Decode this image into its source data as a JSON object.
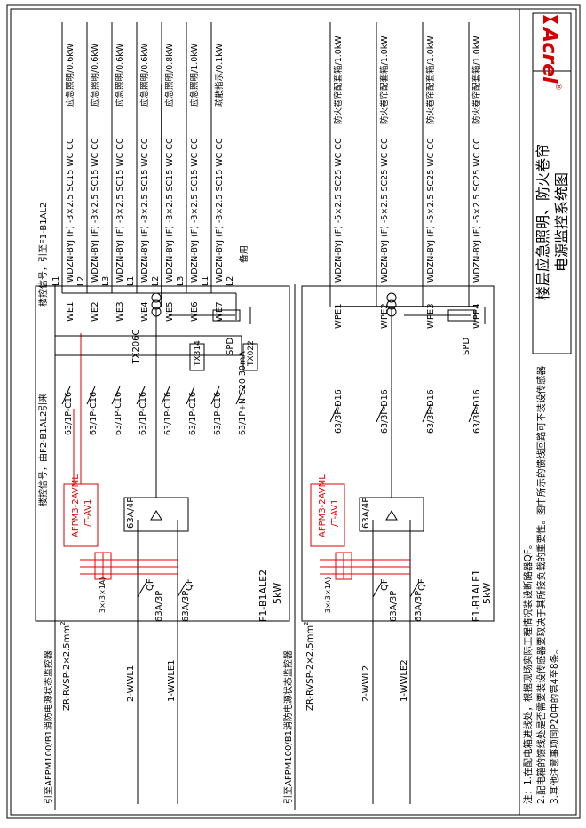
{
  "title_block": {
    "brand": "Acrel",
    "registered": "®",
    "title_line1": "楼层应急照明、防火卷帘",
    "title_line2": "电源监控系统图"
  },
  "notes": {
    "lines": [
      "注：1.在配电箱进线处，根据现场实际工程情况装设断路器QF。",
      "2.配电箱的馈线处是否需要装设传感器要取决于其所接负载的重要性。图中所示的馈线回路可不装设传感器",
      "3.其他注意事项同P20中的第4至8条。"
    ]
  },
  "box1": {
    "name": "F1-B1ALE2",
    "power": "5kW",
    "monitor_line": "引至AFPM100/B1消防电源状态监控器",
    "monitor_cable": "ZR-RVSP-2×2.5mm",
    "monitor_cable_sup": "2",
    "incoming": [
      {
        "wire": "2-WWL1",
        "breaker": "63A/3P",
        "qf": "QF"
      },
      {
        "wire": "1-WWLE1",
        "breaker": "63A/3P",
        "qf": "QF"
      }
    ],
    "ats": "63A/4P",
    "ct": "3×(3×1A)",
    "afpm_line1": "AFPM3-2AVML",
    "afpm_line2": "/T-AV1",
    "spd": "SPD",
    "control_text": "楼控信号，由F2-B1AL2引来",
    "control_text2": "楼控信号，引至F1-B1AL2",
    "tx_module": "TX206C",
    "tx_small1": "TX314",
    "tx_small2": "TX022",
    "circuits": [
      {
        "phase": "L1",
        "breaker": "63/1P-C16",
        "id": "WE1",
        "cable": "WDZN-BYJ (F) -3×2.5 SC15 WC CC",
        "load": "应急照明/0.6kW"
      },
      {
        "phase": "L2",
        "breaker": "63/1P-C16",
        "id": "WE2",
        "cable": "WDZN-BYJ (F) -3×2.5 SC15 WC CC",
        "load": "应急照明/0.6kW"
      },
      {
        "phase": "L3",
        "breaker": "63/1P-C16",
        "id": "WE3",
        "cable": "WDZN-BYJ (F) -3×2.5 SC15 WC CC",
        "load": "应急照明/0.6kW"
      },
      {
        "phase": "L1",
        "breaker": "63/1P-C16",
        "id": "WE4",
        "cable": "WDZN-BYJ (F) -3×2.5 SC15 WC CC",
        "load": "应急照明/0.6kW"
      },
      {
        "phase": "L2",
        "breaker": "63/1P-C16",
        "id": "WE5",
        "cable": "WDZN-BYJ (F) -3×2.5 SC15 WC CC",
        "load": "应急照明/0.8kW"
      },
      {
        "phase": "L3",
        "breaker": "63/1P-C16",
        "id": "WE6",
        "cable": "WDZN-BYJ (F) -3×2.5 SC15 WC CC",
        "load": "应急照明/1.0kW"
      },
      {
        "phase": "L1",
        "breaker": "63/1P-C16",
        "id": "WE7",
        "cable": "WDZN-BYJ (F) -3×2.5 SC15 WC CC",
        "load": "疏散指示/0.1kW"
      },
      {
        "phase": "L2",
        "breaker": "63/1P+N C20 30mA",
        "id": "",
        "cable": "",
        "load": "备用"
      }
    ]
  },
  "box2": {
    "name": "F1-B1ALE1",
    "power": "5kW",
    "monitor_line": "引至AFPM100/B1消防电源状态监控器",
    "monitor_cable": "ZR-RVSP-2×2.5mm",
    "monitor_cable_sup": "2",
    "incoming": [
      {
        "wire": "2-WWL2",
        "breaker": "63A/3P",
        "qf": "QF"
      },
      {
        "wire": "1-WWLE2",
        "breaker": "63A/3P",
        "qf": "QF"
      }
    ],
    "ats": "63A/4P",
    "ct": "3×(3×1A)",
    "afpm_line1": "AFPM3-2AVML",
    "afpm_line2": "/T-AV1",
    "spd": "SPD",
    "circuits": [
      {
        "breaker": "63/3P-D16",
        "id": "WPE1",
        "cable": "WDZN-BYJ (F) -5×2.5 SC25 WC CC",
        "load": "防火卷帘配套箱/1.0kW"
      },
      {
        "breaker": "63/3P-D16",
        "id": "WPE2",
        "cable": "WDZN-BYJ (F) -5×2.5 SC25 WC CC",
        "load": "防火卷帘配套箱/1.0kW"
      },
      {
        "breaker": "63/3P-D16",
        "id": "WPE3",
        "cable": "WDZN-BYJ (F) -5×2.5 SC25 WC CC",
        "load": "防火卷帘配套箱/1.0kW"
      },
      {
        "breaker": "63/3P-D16",
        "id": "WPE4",
        "cable": "WDZN-BYJ (F) -5×2.5 SC25 WC CC",
        "load": "防火卷帘配套箱/1.0kW"
      }
    ]
  }
}
